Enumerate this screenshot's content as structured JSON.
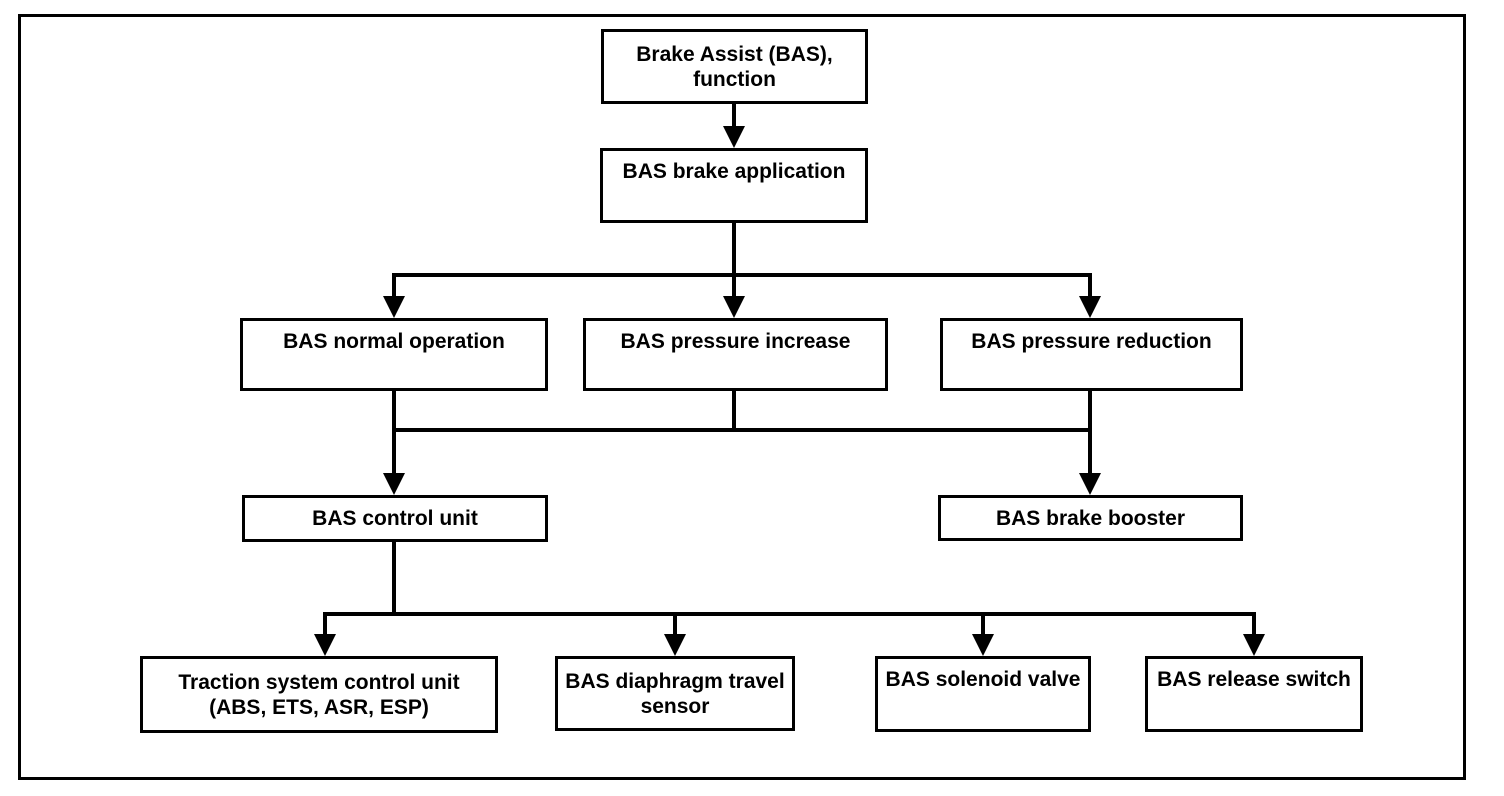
{
  "diagram": {
    "type": "flowchart",
    "topic": "Brake Assist (BAS) function overview"
  },
  "nodes": {
    "function": {
      "label": "Brake Assist (BAS),\nfunction"
    },
    "application": {
      "label": "BAS brake application"
    },
    "normal": {
      "label": "BAS normal operation"
    },
    "increase": {
      "label": "BAS pressure increase"
    },
    "reduction": {
      "label": "BAS pressure reduction"
    },
    "control": {
      "label": "BAS control unit"
    },
    "booster": {
      "label": "BAS brake booster"
    },
    "traction": {
      "label": "Traction system control unit\n(ABS, ETS, ASR, ESP)"
    },
    "diaphragm": {
      "label": "BAS diaphragm travel\nsensor"
    },
    "solenoid": {
      "label": "BAS solenoid valve"
    },
    "release": {
      "label": "BAS release switch"
    }
  },
  "connections": [
    {
      "from": [
        "function"
      ],
      "to": [
        "application"
      ]
    },
    {
      "from": [
        "application"
      ],
      "to": [
        "normal",
        "increase",
        "reduction"
      ]
    },
    {
      "from": [
        "normal",
        "increase",
        "reduction"
      ],
      "to": [
        "control",
        "booster"
      ]
    },
    {
      "from": [
        "control"
      ],
      "to": [
        "traction",
        "diaphragm",
        "solenoid",
        "release"
      ]
    }
  ],
  "colors": {
    "line": "#000000",
    "box_background": "#ffffff",
    "box_border": "#000000",
    "page_background": "#ffffff"
  }
}
